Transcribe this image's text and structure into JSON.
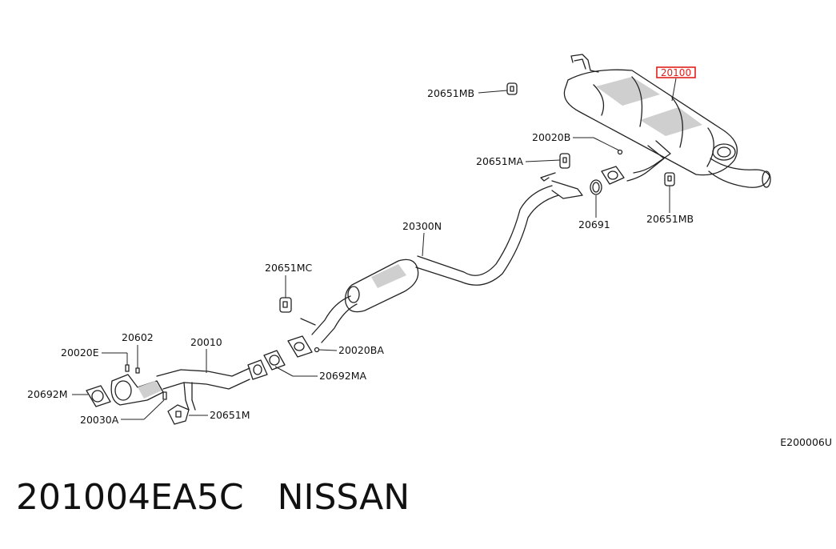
{
  "callouts": {
    "c20100": "20100",
    "c20651MB_top": "20651MB",
    "c20020B": "20020B",
    "c20651MA": "20651MA",
    "c20691": "20691",
    "c20651MB_bottom": "20651MB",
    "c20300N": "20300N",
    "c20651MC": "20651MC",
    "c20020BA": "20020BA",
    "c20692MA": "20692MA",
    "c20602": "20602",
    "c20010": "20010",
    "c20020E": "20020E",
    "c20692M": "20692M",
    "c20030A": "20030A",
    "c20651M": "20651M"
  },
  "diagram_code": "E200006U",
  "footer": {
    "part_number": "201004EA5C",
    "brand": "NISSAN"
  },
  "colors": {
    "highlight": "#e0201b",
    "line": "#222222"
  }
}
